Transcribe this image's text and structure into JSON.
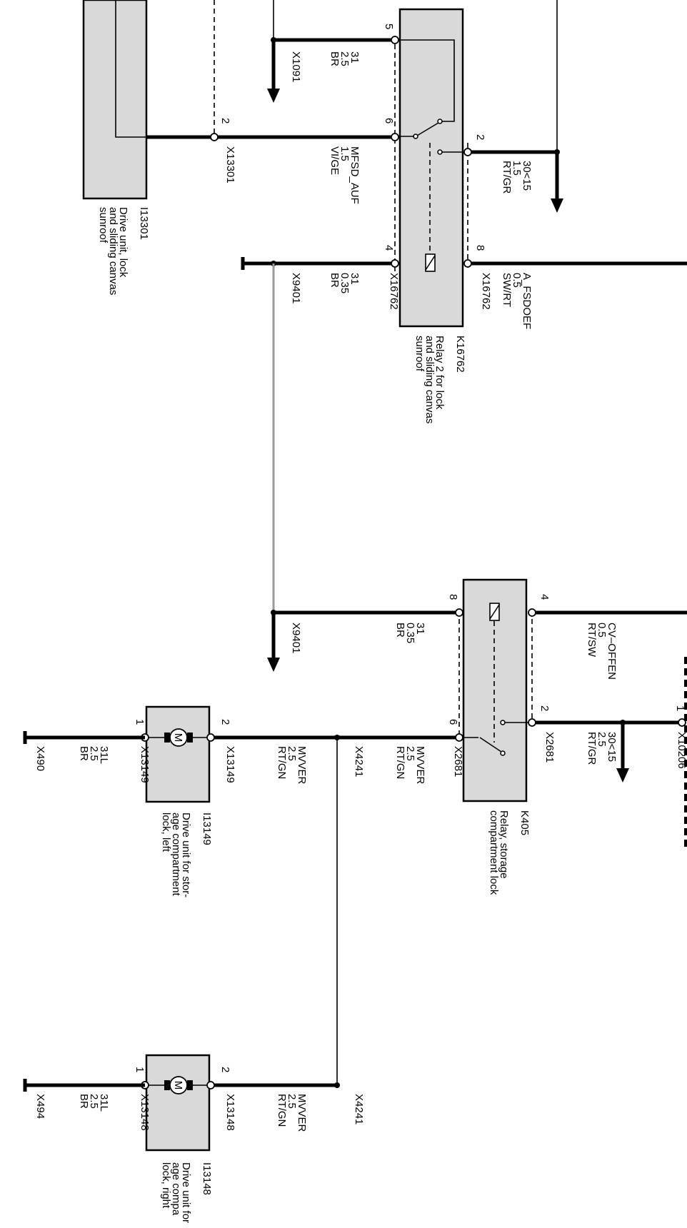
{
  "components": {
    "i13301": {
      "id": "I13301",
      "desc": [
        "Drive unit, lock",
        "and sliding canvas",
        "sunroof"
      ]
    },
    "k16762": {
      "id": "K16762",
      "desc": [
        "Relay 2 for lock",
        "and sliding canvas",
        "sunroof"
      ]
    },
    "k405": {
      "id": "K405",
      "desc": [
        "Relay, storage",
        "compartment lock"
      ]
    },
    "i13149": {
      "id": "I13149",
      "desc": [
        "Drive unit for stor-",
        "age compartment",
        "lock, left"
      ]
    },
    "i13148": {
      "id": "I13148",
      "desc": [
        "Drive unit for",
        "age compa",
        "lock, right"
      ]
    }
  },
  "pins": {
    "k16762_5": "5",
    "k16762_6": "6",
    "k16762_4": "4",
    "k16762_2": "2",
    "k16762_8": "8",
    "i13301_2": "2",
    "k405_8": "8",
    "k405_6": "6",
    "k405_4": "4",
    "k405_2": "2",
    "x10206_1": "1",
    "i13149_2": "2",
    "i13149_1": "1",
    "i13148_2": "2",
    "i13148_1": "1"
  },
  "connectors": {
    "x1091": "X1091",
    "x13301": "X13301",
    "x9401_top": "X9401",
    "x16762_left": "X16762",
    "x16762_right": "X16762",
    "x9401_mid": "X9401",
    "x2681_left": "X2681",
    "x2681_right": "X2681",
    "x10206": "X10206",
    "x4241_a": "X4241",
    "x4241_b": "X4241",
    "x13149_2": "X13149",
    "x13149_1": "X13149",
    "x490": "X490",
    "x13148_2": "X13148",
    "x13148_1": "X13148",
    "x494": "X494"
  },
  "wires": {
    "w31_top": [
      "31",
      "2.5",
      "BR"
    ],
    "mfsd": [
      "MFSD_AUF",
      "1.5",
      "VI/GE"
    ],
    "w31_gnd_top": [
      "31",
      "0.35",
      "BR"
    ],
    "w30_top": [
      "30<15",
      "1.5",
      "RT/GR"
    ],
    "afsdoef": [
      "A_FSDOEF",
      "0.5",
      "SW/RT"
    ],
    "w31_mid": [
      "31",
      "0.35",
      "BR"
    ],
    "mvver_relay": [
      "MVVER",
      "2.5",
      "RT/GN"
    ],
    "cv_offen": [
      "CV–OFFEN",
      "0.5",
      "RT/SW"
    ],
    "w30_mid": [
      "30<15",
      "2.5",
      "RT/GR"
    ],
    "mvver_left": [
      "MVVER",
      "2.5",
      "RT/GN"
    ],
    "w31l_left": [
      "31L",
      "2.5",
      "BR"
    ],
    "mvver_right": [
      "MVVER",
      "2.5",
      "RT/GN"
    ],
    "w31l_right": [
      "31L",
      "2.5",
      "BR"
    ]
  },
  "motor_symbol": "M",
  "icons": [
    "down-arrow-icon",
    "ground-symbol-icon",
    "motor-icon",
    "relay-coil-icon",
    "relay-switch-icon",
    "splice-dot-icon"
  ]
}
